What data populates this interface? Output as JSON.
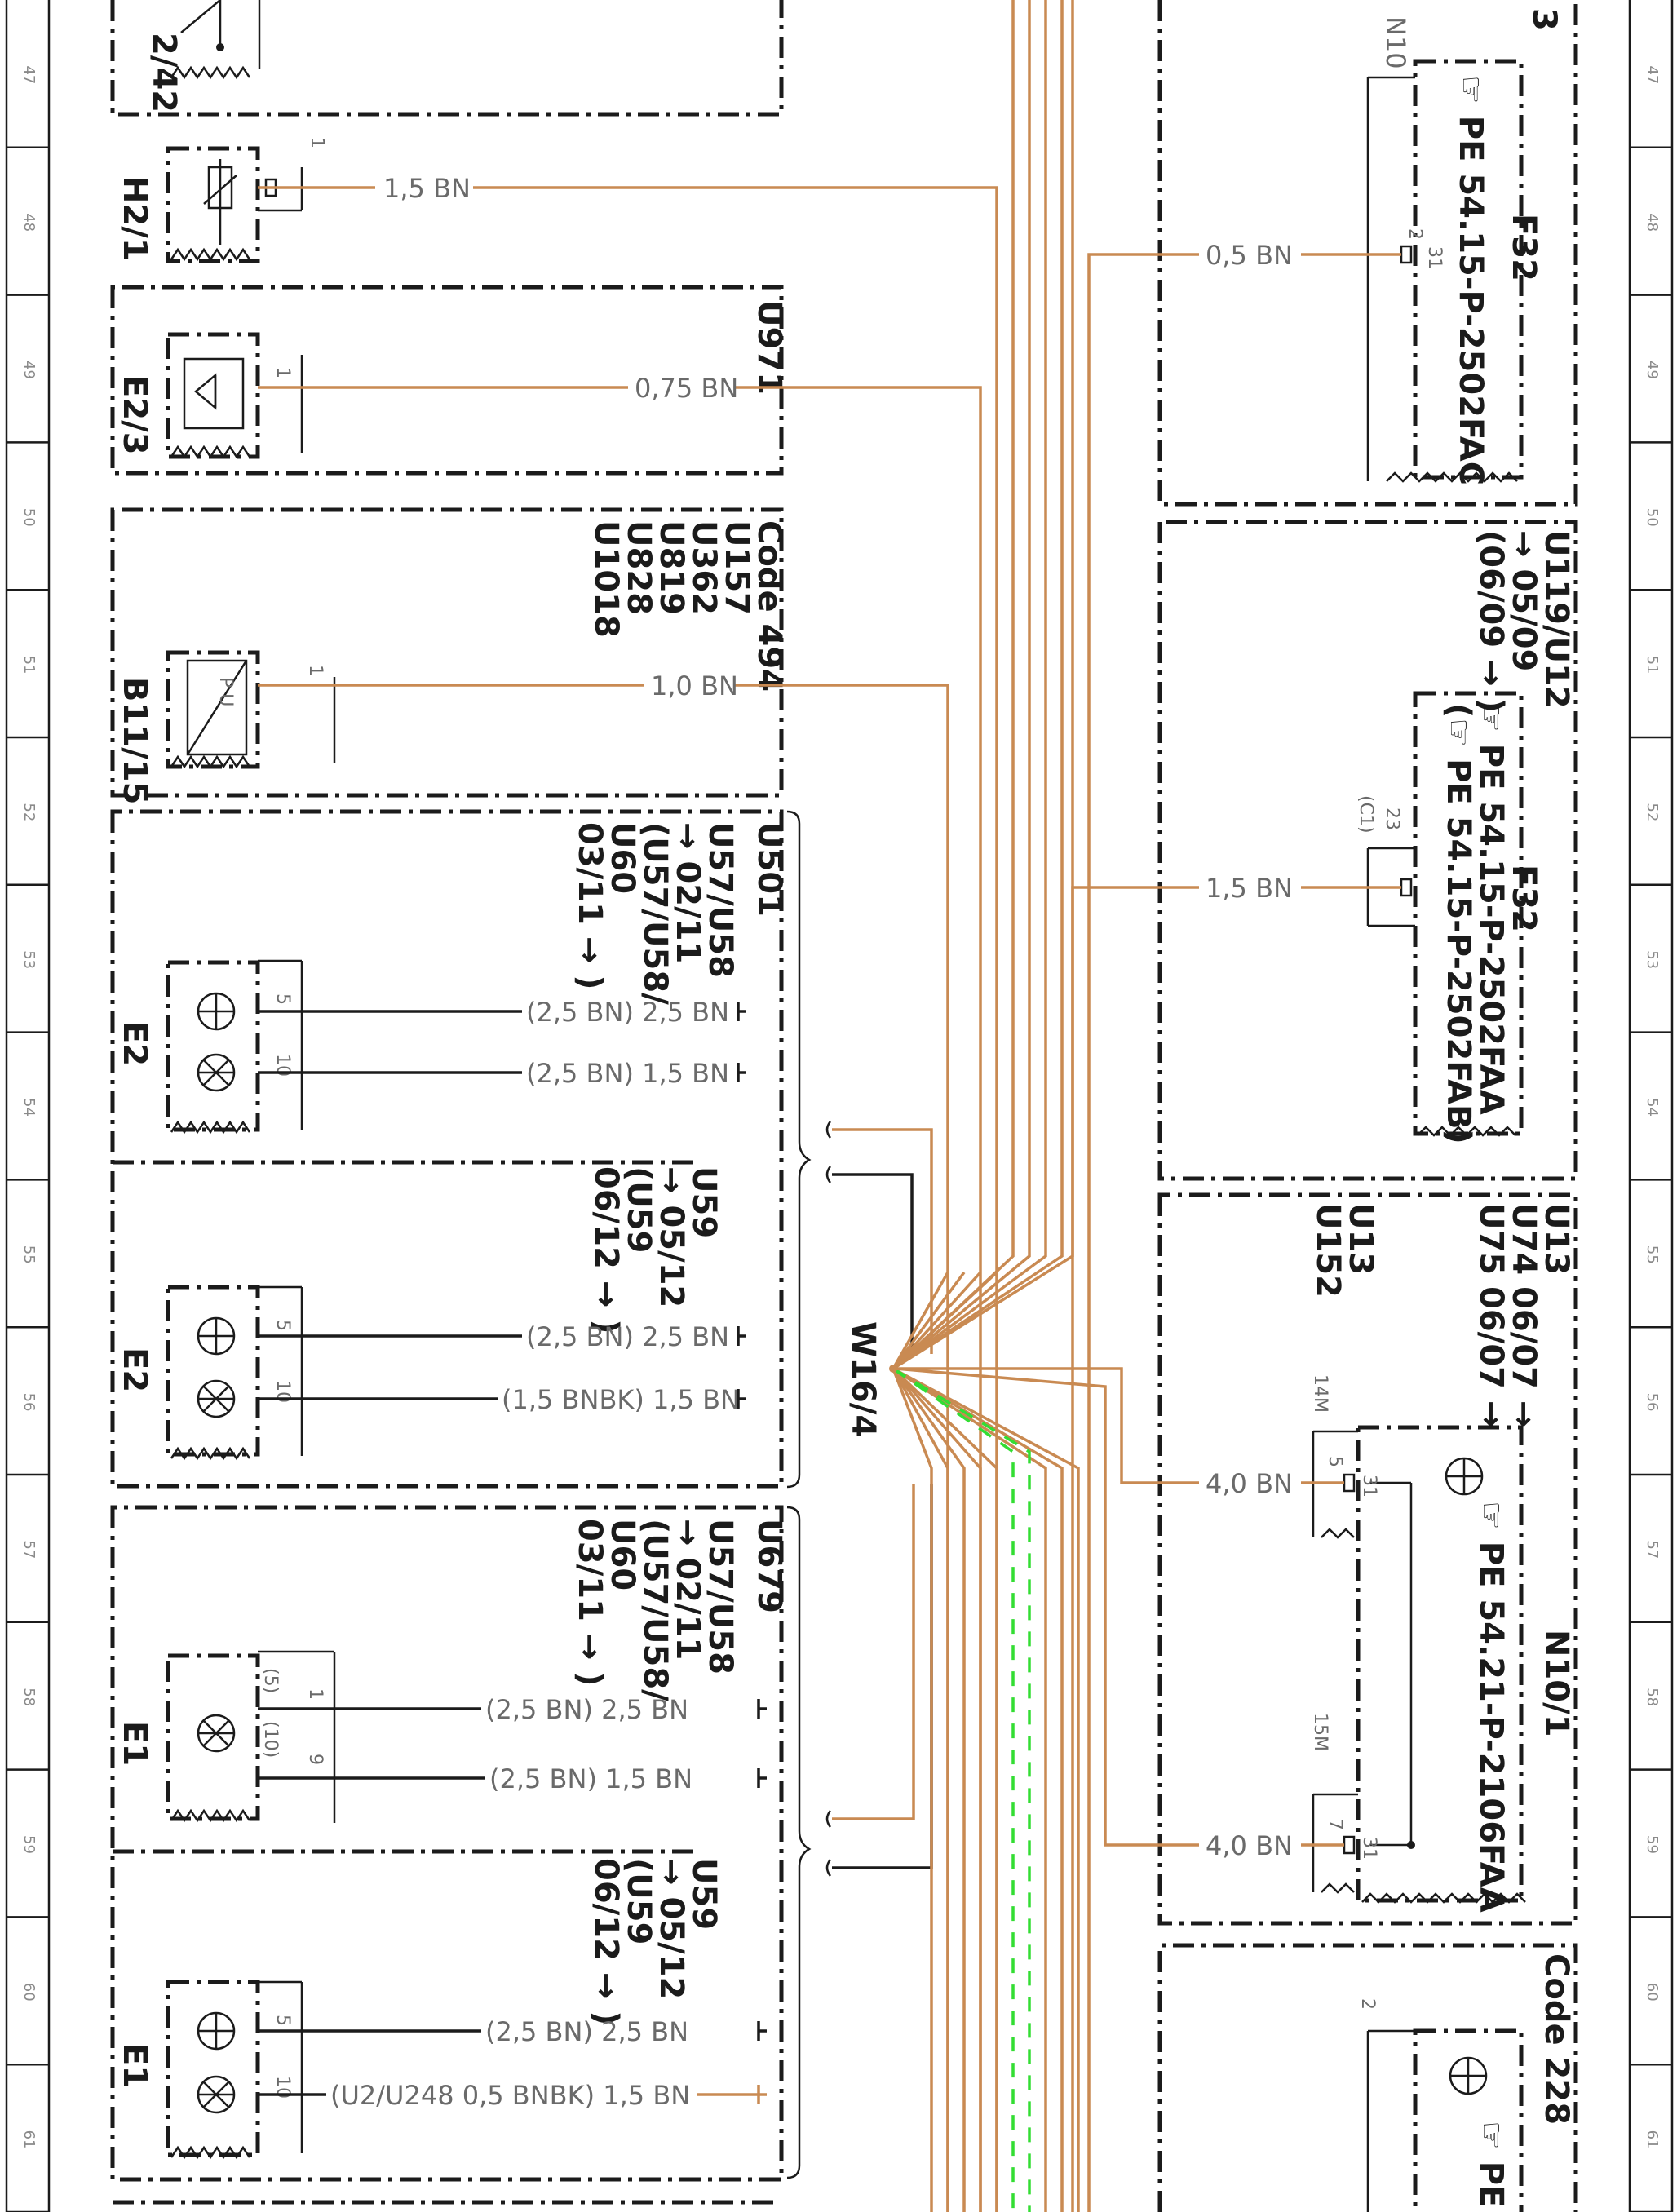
{
  "colors": {
    "wire_brown": "#c98a52",
    "wire_black": "#1b1b1b",
    "wire_green_dashed": "#33dd33",
    "frame": "#1b1b1b",
    "label_gray": "#6a6a6a"
  },
  "row_numbers": [
    "47",
    "48",
    "49",
    "50",
    "51",
    "52",
    "53",
    "54",
    "55",
    "56",
    "57",
    "58",
    "59",
    "60",
    "61"
  ],
  "splice": {
    "id": "W16/4"
  },
  "left_components": [
    {
      "id": "2/42"
    },
    {
      "id": "H2/1",
      "pin": "1",
      "wire": "1,5 BN"
    },
    {
      "id": "E2/3",
      "pin": "1",
      "wire": "0,75 BN",
      "codes": [
        "U971"
      ]
    },
    {
      "id": "B11/15",
      "pin": "1",
      "wire": "1,0 BN",
      "sensor_text": "P  U",
      "codes": [
        "Code  494",
        "U157",
        "U362",
        "U819",
        "U828",
        "U1018"
      ]
    },
    {
      "id": "E2",
      "codes": [
        "U501",
        "U57/U58",
        "→ 02/11",
        "(U57/U58/",
        "U60",
        "03/11 → )"
      ],
      "pins": [
        {
          "pin": "5",
          "wire": "(2,5 BN)  2,5 BN"
        },
        {
          "pin": "10",
          "wire": "(2,5 BN)  1,5 BN"
        }
      ]
    },
    {
      "id": "E2",
      "codes": [
        "U59",
        "→ 05/12",
        "(U59",
        "06/12 → )"
      ],
      "pins": [
        {
          "pin": "5",
          "wire": "(2,5 BN)  2,5 BN"
        },
        {
          "pin": "10",
          "wire": "(1,5 BNBK)  1,5 BN"
        }
      ]
    },
    {
      "id": "E1",
      "codes": [
        "U679",
        "U57/U58",
        "→ 02/11",
        "(U57/U58/",
        "U60",
        "03/11 → )"
      ],
      "pins": [
        {
          "pin": "1",
          "alt_pin": "(5)",
          "wire": "(2,5 BN)  2,5 BN"
        },
        {
          "pin": "9",
          "alt_pin": "(10)",
          "wire": "(2,5 BN)  1,5 BN"
        }
      ]
    },
    {
      "id": "E1",
      "codes": [
        "U59",
        "→ 05/12",
        "(U59",
        "06/12 → )"
      ],
      "pins": [
        {
          "pin": "5",
          "wire": "(2,5 BN)  2,5 BN"
        },
        {
          "pin": "10",
          "wire": "(U2/U248   0,5 BNBK)  1,5 BN"
        }
      ]
    }
  ],
  "right_components": [
    {
      "id": "F32",
      "doc": "☞ PE  54.15-P-2502FAC",
      "pin": "2",
      "pin_inner": "31",
      "wire": "0,5 BN",
      "codes": [
        "3",
        "N10"
      ]
    },
    {
      "id": "F32",
      "doc_lines": [
        "☞ PE  54.15-P-2502FAA",
        "(☞ PE  54.15-P-2502FAB)"
      ],
      "pin": "23",
      "alt_pin": "(C1)",
      "wire": "1,5 BN",
      "codes": [
        "U119/U12",
        "→ 05/09",
        "(06/09 → )"
      ]
    },
    {
      "id": "N10/1",
      "doc": "☞ PE  54.21-P-2106FAA",
      "codes": [
        "U13",
        "U74  06/07 →",
        "U75  06/07 →",
        "U13",
        "U152"
      ],
      "pins": [
        {
          "pin": "5",
          "inner": "31",
          "tag": "14M",
          "wire": "4,0 BN"
        },
        {
          "pin": "7",
          "inner": "31",
          "tag": "15M",
          "wire": "4,0 BN"
        }
      ]
    },
    {
      "id": "Code  228",
      "doc": "☞ PE",
      "pin": "2"
    }
  ]
}
